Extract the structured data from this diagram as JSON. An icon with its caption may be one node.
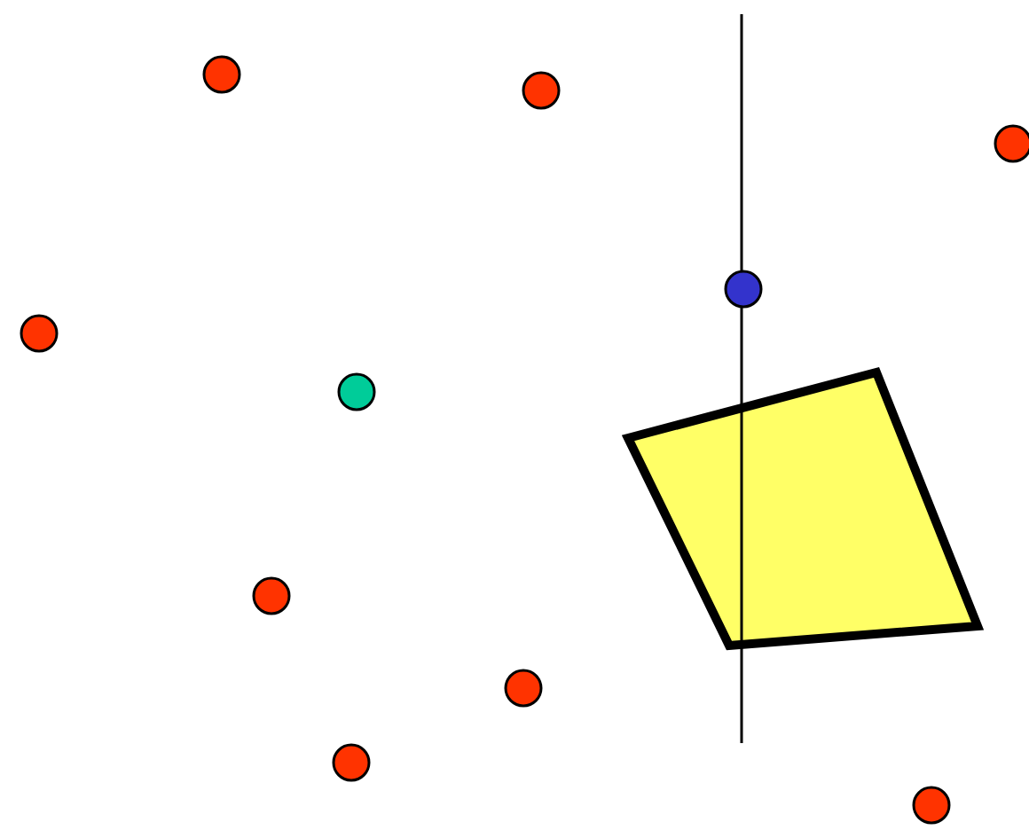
{
  "diagram": {
    "nodes": [
      {
        "text": [],
        "shape": "circle"
      },
      {
        "text": [],
        "shape": "circle"
      },
      {
        "text": [],
        "shape": "circle"
      },
      {
        "text": [],
        "shape": "circle"
      },
      {
        "text": [],
        "shape": "circle"
      },
      {
        "text": [],
        "shape": "quadrilateral"
      },
      {
        "text": [],
        "shape": "circle"
      },
      {
        "text": [],
        "shape": "circle"
      },
      {
        "text": [],
        "shape": "circle"
      },
      {
        "text": [],
        "shape": "circle"
      },
      {
        "text": [],
        "shape": "circle"
      }
    ]
  }
}
